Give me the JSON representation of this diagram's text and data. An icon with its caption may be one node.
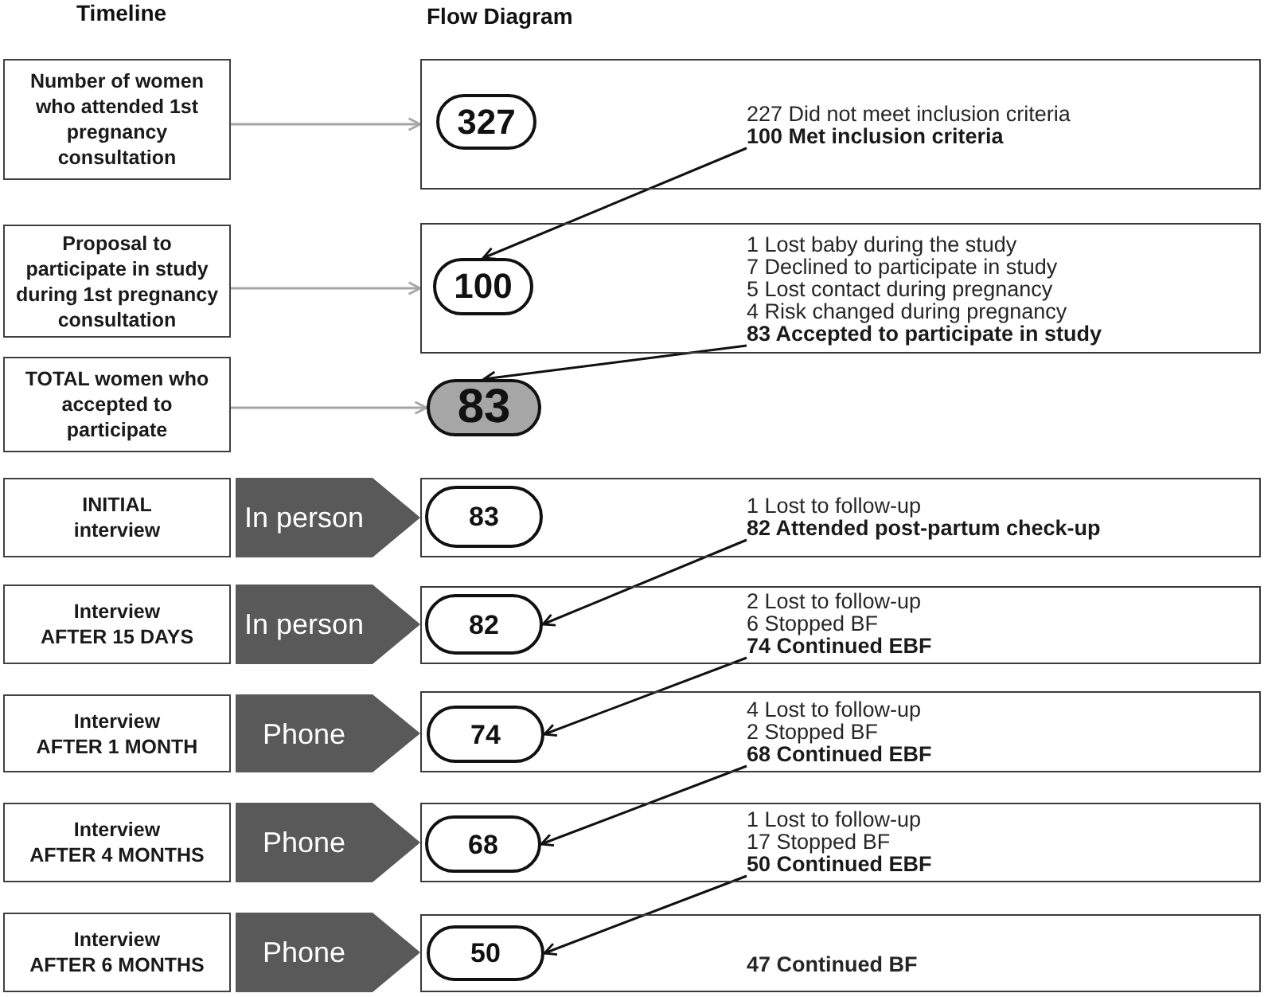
{
  "diagram": {
    "nodes": [
      {
        "text": [
          "Number of women who attended 1st pregnancy consultation"
        ]
      },
      {
        "text": [
          "227 Did not meet inclusion criteria"
        ]
      },
      {
        "text": [
          "327"
        ],
        "in": 1
      },
      {
        "text": [
          "100 Met inclusion criteria"
        ],
        "in": 1
      },
      {
        "text": [
          "Proposal to participate in study during 1st pregnancy consultation"
        ]
      },
      {
        "text": [
          "1 Lost baby during the study",
          "7 Declined to participate in study",
          "5 Lost contact during pregnancy",
          "4 Risk changed during pregnancy"
        ]
      },
      {
        "text": [
          "100"
        ],
        "in": 5
      },
      {
        "text": [
          "83 Accepted to participate in study"
        ],
        "in": 5
      },
      {
        "text": [
          "TOTAL women who accepted to participate"
        ]
      },
      {
        "text": [
          "83"
        ]
      },
      {
        "text": [
          "INITIAL interview"
        ]
      },
      {
        "text": [
          "1 Lost to follow-up"
        ]
      },
      {
        "text": [
          "83"
        ],
        "in": 11
      },
      {
        "text": [
          "82 Attended post-partum check-up"
        ],
        "in": 11
      },
      {
        "text": [
          "Interview AFTER 15 DAYS"
        ]
      },
      {
        "text": [
          "2 Lost to follow-up",
          "6 Stopped BF"
        ]
      },
      {
        "text": [
          "82"
        ],
        "in": 15
      },
      {
        "text": [
          "74 Continued EBF"
        ],
        "in": 15
      },
      {
        "text": [
          "Interview AFTER 1 MONTH"
        ]
      },
      {
        "text": [
          "4 Lost to follow-up",
          "2 Stopped BF"
        ]
      },
      {
        "text": [
          "74"
        ],
        "in": 19
      },
      {
        "text": [
          "68 Continued EBF"
        ],
        "in": 19
      },
      {
        "text": [
          "Interview AFTER 4 MONTHS"
        ]
      },
      {
        "text": [
          "1 Lost to follow-up",
          "17 Stopped BF"
        ]
      },
      {
        "text": [
          "68"
        ],
        "in": 23
      },
      {
        "text": [
          "50 Continued EBF"
        ],
        "in": 23
      },
      {
        "text": [
          "Interview AFTER 6 MONTHS"
        ]
      },
      {
        "text": [
          "47 Continued BF"
        ]
      },
      {
        "text": [
          "50"
        ],
        "in": 27
      }
    ],
    "edges": [
      {
        "from": 0,
        "to": 1,
        "arrow": "to",
        "color": "#a6a6a6"
      },
      {
        "from": 4,
        "to": 5,
        "arrow": "to",
        "color": "#a6a6a6"
      },
      {
        "from": 8,
        "to": 9,
        "arrow": "to",
        "color": "#a6a6a6"
      },
      {
        "from": 3,
        "to": 6,
        "arrow": "to"
      },
      {
        "from": 7,
        "to": 9,
        "arrow": "to"
      },
      {
        "from": 10,
        "to": 11,
        "arrow": "to",
        "label": "In person",
        "style": "thick",
        "color": "#595959"
      },
      {
        "from": 13,
        "to": 16,
        "arrow": "to"
      },
      {
        "from": 14,
        "to": 15,
        "arrow": "to",
        "label": "In person",
        "style": "thick",
        "color": "#595959"
      },
      {
        "from": 17,
        "to": 20,
        "arrow": "to"
      },
      {
        "from": 18,
        "to": 19,
        "arrow": "to",
        "label": "Phone",
        "style": "thick",
        "color": "#595959"
      },
      {
        "from": 21,
        "to": 24,
        "arrow": "to"
      },
      {
        "from": 22,
        "to": 23,
        "arrow": "to",
        "label": "Phone",
        "style": "thick",
        "color": "#595959"
      },
      {
        "from": 25,
        "to": 28,
        "arrow": "to"
      },
      {
        "from": 26,
        "to": 27,
        "arrow": "to",
        "label": "Phone",
        "style": "thick",
        "color": "#595959"
      }
    ],
    "labels": [
      "Timeline",
      "Flow Diagram"
    ]
  }
}
